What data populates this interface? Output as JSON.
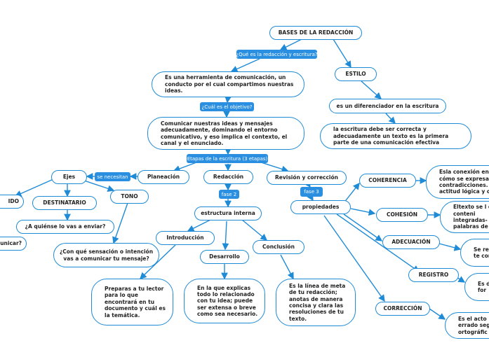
{
  "nodes": {
    "root": "BASES DE LA REDACCIÓN",
    "definicion": "Es una herramienta de comunicación, un conducto por el cual compartimos nuestras ideas.",
    "objetivo": "Comunicar nuestras ideas y mensajes adecuadamente, dominando el entorno comunicativo, y eso implica el contexto, el canal y el enunciado.",
    "planeacion": "Planeación",
    "redaccion": "Redacción",
    "revision": "Revisión y corrección",
    "ejes": "Ejes",
    "contenido": "IDO",
    "destinatario": "DESTINATARIO",
    "tono": "TONO",
    "a_quien": "¿A quiénse lo vas a enviar?",
    "comunicar": "municar?",
    "con_que": "¿Con qué sensación o intención vas a comunicar tu mensaje?",
    "estructura": "estructura interna",
    "introduccion": "Introducción",
    "desarrollo": "Desarrollo",
    "conclusion": "Conclusión",
    "intro_desc": "Preparas a tu lector para lo que encontrará en tu documento y cuál es la temática.",
    "desarrollo_desc": "En la que explicas todo lo relacionado con tu idea; puede ser extensa o breve como sea necesario.",
    "conclusion_desc": "Es la línea de meta de tu redacción; anotas de manera concisa y clara las resoluciones de tu texto.",
    "propiedades": "propiedades",
    "coherencia": "COHERENCIA",
    "cohesion": "COHESIÓN",
    "adecuacion": "ADECUACIÓN",
    "registro": "REGISTRO",
    "correccion": "CORRECCIÓN",
    "coherencia_desc": "Esla conexión en cómo se expresa contradicciones. actitud lógica y c",
    "cohesion_desc": "Eltexto se l de conteni integradas- palabras de",
    "adecuacion_desc": "Se re al te comu",
    "registro_desc": "Es dep for",
    "correccion_desc": "Es el acto errado seg ortográfic",
    "estilo": "ESTILO",
    "estilo_def": "es un diferenciador en la escritura",
    "estilo_desc": "la escritura debe ser correcta y adecuadamente un texto es la primera parte de una comunicación efectiva"
  },
  "tags": {
    "que_es": "¿Qué es la redacción y escritura?",
    "objetivo": "¿Cuál es el objetivo?",
    "etapas": "Etapas de la escritura (3 etapas)",
    "se_necesitan": "se necesitan",
    "fase2": "fase 2",
    "fase3": "fase 3"
  },
  "colors": {
    "border": "#1f8bd6",
    "tag": "#2a8fe0",
    "link": "#1f8bd6"
  }
}
